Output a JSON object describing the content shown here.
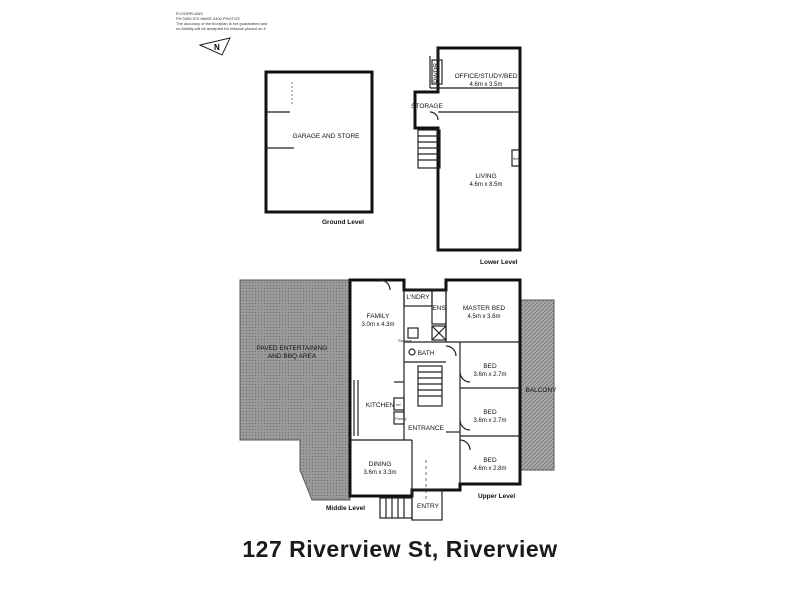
{
  "disclaimer": {
    "line1": "FLOORPLANS",
    "line2": "PH 0400 570 MAKE 0400 PHOTOS",
    "line3": "The accuracy of the floorplan is not guaranteed and",
    "line4": "no liability will be accepted for reliance placed on it"
  },
  "compass": {
    "label": "N"
  },
  "levels": {
    "ground": "Ground Level",
    "lower": "Lower Level",
    "middle": "Middle Level",
    "upper": "Upper Level"
  },
  "rooms": {
    "garage": {
      "name": "GARAGE AND STORE"
    },
    "office": {
      "name": "OFFICE/STUDY/BED",
      "dims": "4.6m x 3.5m"
    },
    "pwdr": {
      "name": "PWDR"
    },
    "storage": {
      "name": "STORAGE"
    },
    "living": {
      "name": "LIVING",
      "dims": "4.6m x 8.5m"
    },
    "fire": {
      "name": "fire"
    },
    "paved": {
      "name": "PAVED ENTERTAINING",
      "name2": "AND BBQ AREA"
    },
    "family": {
      "name": "FAMILY",
      "dims": "3.0m x 4.3m"
    },
    "laundry": {
      "name": "L'NDRY"
    },
    "ens": {
      "name": "ENS"
    },
    "master": {
      "name": "MASTER BED",
      "dims": "4.5m x 3.6m"
    },
    "storage_small": {
      "name": "Storage"
    },
    "bath": {
      "name": "BATH"
    },
    "bed2": {
      "name": "BED",
      "dims": "3.6m x 2.7m"
    },
    "bed3": {
      "name": "BED",
      "dims": "3.6m x 2.7m"
    },
    "bed4": {
      "name": "BED",
      "dims": "4.6m x 2.8m"
    },
    "balcony": {
      "name": "BALCONY"
    },
    "kitchen": {
      "name": "KITCHEN"
    },
    "ref": {
      "name": "ref"
    },
    "pantry": {
      "name": "Pantry"
    },
    "entrance": {
      "name": "ENTRANCE"
    },
    "dining": {
      "name": "DINING",
      "dims": "3.6m x 3.3m"
    },
    "entry": {
      "name": "ENTRY"
    }
  },
  "caption": "127 Riverview St, Riverview"
}
